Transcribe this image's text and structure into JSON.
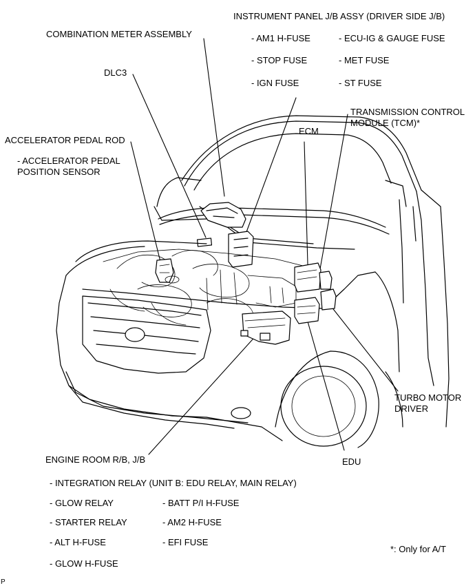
{
  "labels": {
    "instrument_panel": "INSTRUMENT PANEL J/B ASSY (DRIVER SIDE J/B)",
    "am1_fuse": "- AM1 H-FUSE",
    "ecu_ig_fuse": "- ECU-IG & GAUGE FUSE",
    "stop_fuse": "- STOP FUSE",
    "met_fuse": "- MET FUSE",
    "ign_fuse": "- IGN FUSE",
    "st_fuse": "- ST FUSE",
    "combination_meter": "COMBINATION METER ASSEMBLY",
    "dlc3": "DLC3",
    "tcm_line1": "TRANSMISSION CONTROL",
    "tcm_line2": "MODULE (TCM)*",
    "ecm": "ECM",
    "accel_rod": "ACCELERATOR PEDAL ROD",
    "accel_sensor_1": "- ACCELERATOR PEDAL",
    "accel_sensor_2": "POSITION SENSOR",
    "turbo_1": "TURBO MOTOR",
    "turbo_2": "DRIVER",
    "edu": "EDU",
    "engine_room": "ENGINE ROOM R/B, J/B",
    "integration_relay": "- INTEGRATION RELAY (UNIT B: EDU RELAY, MAIN RELAY)",
    "glow_relay": "- GLOW RELAY",
    "batt_fuse": "- BATT P/I H-FUSE",
    "starter_relay": "- STARTER RELAY",
    "am2_fuse": "- AM2 H-FUSE",
    "alt_fuse": "- ALT H-FUSE",
    "efi_fuse": "- EFI FUSE",
    "glow_fuse": "- GLOW H-FUSE",
    "footnote": "*: Only for A/T",
    "corner_mark": "P"
  }
}
